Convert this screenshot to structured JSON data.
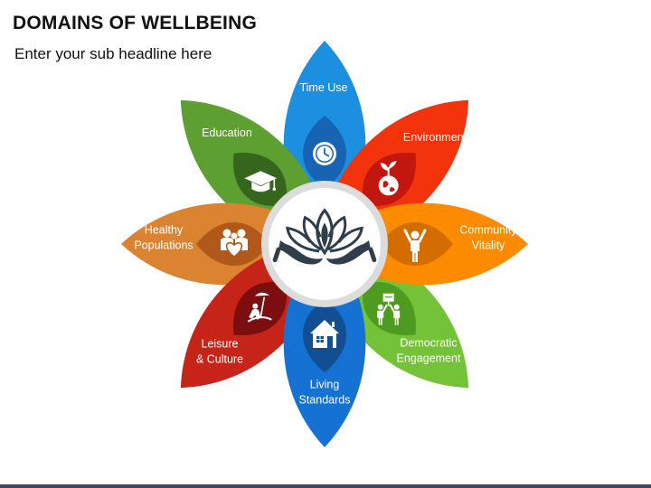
{
  "header": {
    "title": "DOMAINS OF WELLBEING",
    "subtitle": "Enter your sub headline here"
  },
  "domains": [
    {
      "lines": [
        "Time Use"
      ],
      "icon": "clock-icon",
      "color": "#1d8fe0",
      "inner": "#1764b4"
    },
    {
      "lines": [
        "Environment"
      ],
      "icon": "plant-globe-icon",
      "color": "#f2330c",
      "inner": "#c2170e"
    },
    {
      "lines": [
        "Community",
        "Vitality"
      ],
      "icon": "raised-arms-person-icon",
      "color": "#fd8b00",
      "inner": "#d46d00"
    },
    {
      "lines": [
        "Democratic",
        "Engagement"
      ],
      "icon": "ballot-people-icon",
      "color": "#74c237",
      "inner": "#4e9b22"
    },
    {
      "lines": [
        "Living",
        "Standards"
      ],
      "icon": "house-icon",
      "color": "#1572d2",
      "inner": "#124f92"
    },
    {
      "lines": [
        "Leisure",
        "& Culture"
      ],
      "icon": "beach-umbrella-icon",
      "color": "#c62418",
      "inner": "#7c0e10"
    },
    {
      "lines": [
        "Healthy",
        "Populations"
      ],
      "icon": "family-heart-icon",
      "color": "#db8330",
      "inner": "#b0591b"
    },
    {
      "lines": [
        "Education"
      ],
      "icon": "graduation-cap-icon",
      "color": "#5d9f31",
      "inner": "#36661e"
    }
  ],
  "center": {
    "icon": "lotus-hands-icon"
  },
  "colors": {
    "bottom_bar": "#3d4a57",
    "center_ring": "#dcdcdc",
    "icon_white": "#ffffff"
  }
}
